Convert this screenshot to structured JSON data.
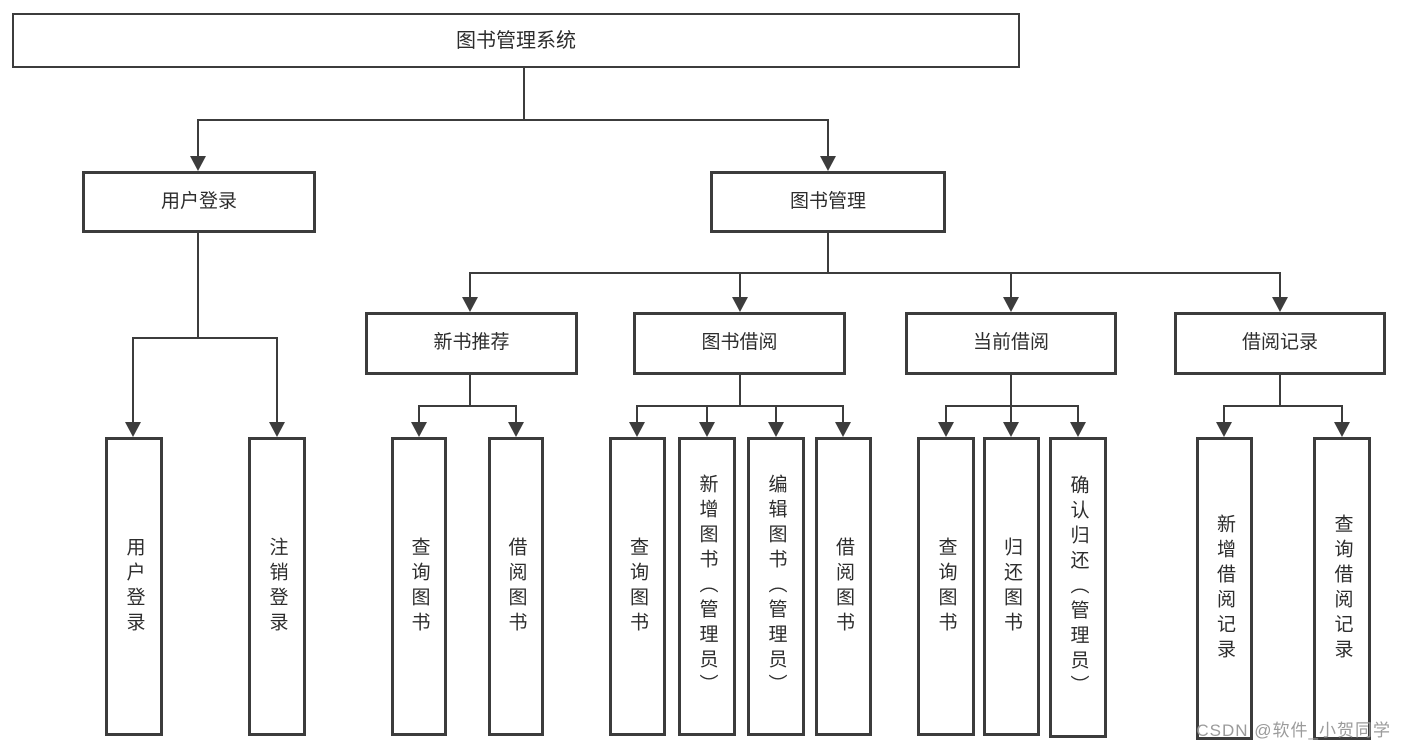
{
  "diagram_title": "图书管理系统",
  "hierarchy": {
    "label": "图书管理系统",
    "children": [
      {
        "label": "用户登录",
        "children": [
          {
            "label": "用户登录"
          },
          {
            "label": "注销登录"
          }
        ]
      },
      {
        "label": "图书管理",
        "children": [
          {
            "label": "新书推荐",
            "children": [
              {
                "label": "查询图书"
              },
              {
                "label": "借阅图书"
              }
            ]
          },
          {
            "label": "图书借阅",
            "children": [
              {
                "label": "查询图书"
              },
              {
                "label": "新增图书（管理员）"
              },
              {
                "label": "编辑图书（管理员）"
              },
              {
                "label": "借阅图书"
              }
            ]
          },
          {
            "label": "当前借阅",
            "children": [
              {
                "label": "查询图书"
              },
              {
                "label": "归还图书"
              },
              {
                "label": "确认归还（管理员）"
              }
            ]
          },
          {
            "label": "借阅记录",
            "children": [
              {
                "label": "新增借阅记录"
              },
              {
                "label": "查询借阅记录"
              }
            ]
          }
        ]
      }
    ]
  },
  "watermark": {
    "text": "CSDN @软件_小贺同学"
  },
  "colors": {
    "line": "#3c3c3c",
    "box_border": "#3c3c3c",
    "text": "#2d2d2d",
    "watermark": "#9b9b9b",
    "background": "#ffffff"
  }
}
